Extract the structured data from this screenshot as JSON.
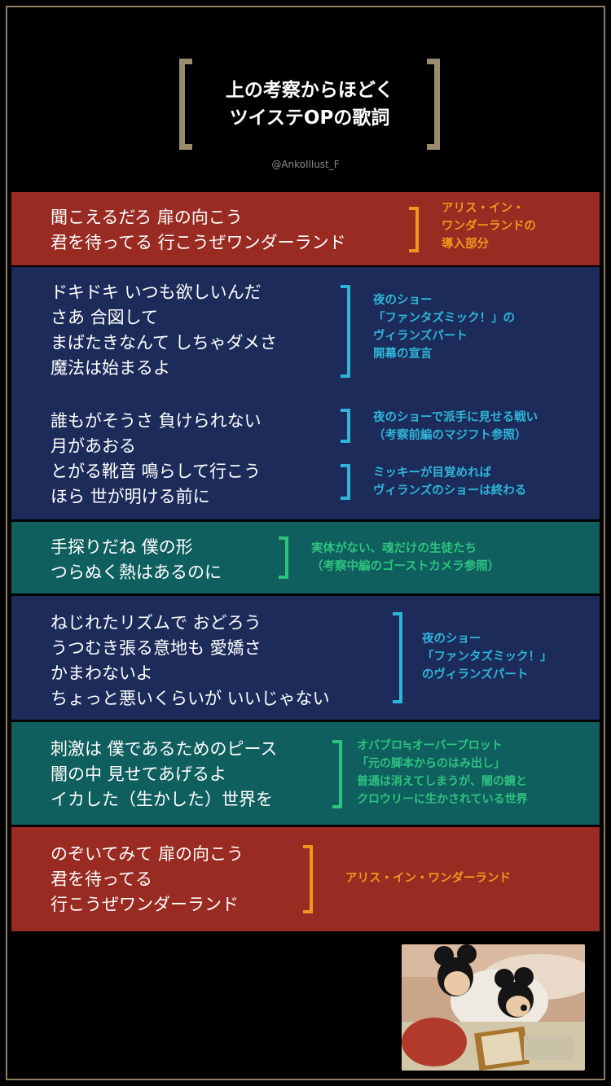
{
  "title": {
    "line1": "上の考察からほどく",
    "line2": "ツイステOPの歌詞"
  },
  "credit": "@AnkoIllust_F",
  "sections": [
    {
      "color": "red",
      "lyrics": [
        "聞こえるだろ 扉の向こう",
        "君を待ってる 行こうぜワンダーランド"
      ],
      "notes": [
        {
          "accent": "orange",
          "lines": [
            "アリス・イン・",
            "ワンダーランドの",
            "導入部分"
          ]
        }
      ]
    },
    {
      "color": "navy",
      "lyrics": [
        "ドキドキ いつも欲しいんだ",
        "さあ 合図して",
        "まばたきなんて しちゃダメさ",
        "魔法は始まるよ"
      ],
      "notes": [
        {
          "accent": "cyan",
          "lines": [
            "夜のショー",
            "「ファンタズミック！」の",
            "ヴィランズパート",
            "開幕の宣言"
          ]
        }
      ]
    },
    {
      "color": "navy",
      "lyrics": [
        "誰もがそうさ 負けられない",
        "月があおる",
        "とがる靴音 鳴らして行こう",
        "ほら 世が明ける前に"
      ],
      "notes": [
        {
          "accent": "cyan",
          "lines": [
            "夜のショーで派手に見せる戦い",
            "（考察前編のマジフト参照）"
          ]
        },
        {
          "accent": "cyan",
          "lines": [
            "ミッキーが目覚めれば",
            "ヴィランズのショーは終わる"
          ]
        }
      ]
    },
    {
      "color": "teal",
      "lyrics": [
        "手探りだね 僕の形",
        "つらぬく熱はあるのに"
      ],
      "notes": [
        {
          "accent": "green",
          "lines": [
            "実体がない、魂だけの生徒たち",
            "（考察中編のゴーストカメラ参照）"
          ]
        }
      ]
    },
    {
      "color": "navy",
      "lyrics": [
        "ねじれたリズムで おどろう",
        "うつむき張る意地も 愛嬌さ",
        "かまわないよ",
        "ちょっと悪いくらいが いいじゃない"
      ],
      "notes": [
        {
          "accent": "cyan",
          "lines": [
            "夜のショー",
            "「ファンタズミック！」",
            "のヴィランズパート"
          ]
        }
      ]
    },
    {
      "color": "teal",
      "lyrics": [
        "刺激は 僕であるためのピース",
        "闇の中 見せてあげるよ",
        "イカした（生かした）世界を"
      ],
      "notes": [
        {
          "accent": "green",
          "lines": [
            "オバブロ≒オーバープロット",
            "「元の脚本からのはみ出し」",
            "普通は消えてしまうが、闇の鏡と",
            "クロウリーに生かされている世界"
          ]
        }
      ]
    },
    {
      "color": "red",
      "lyrics": [
        "のぞいてみて 扉の向こう",
        "君を待ってる",
        "行こうぜワンダーランド"
      ],
      "notes": [
        {
          "accent": "orange",
          "lines": [
            "アリス・イン・ワンダーランド"
          ]
        }
      ]
    }
  ],
  "colors": {
    "red": "#992b22",
    "navy": "#1c2b59",
    "teal": "#0f5f5e",
    "orange": "#f3951c",
    "cyan": "#2eb5d9",
    "green": "#2ec27f",
    "frame": "#8d7e60"
  }
}
